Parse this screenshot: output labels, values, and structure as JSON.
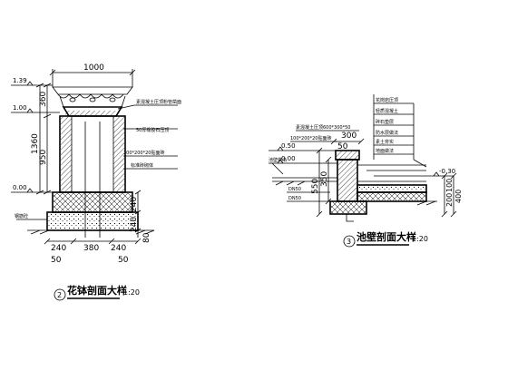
{
  "planter": {
    "top_width": "1000",
    "levels": [
      "1.39",
      "1.00",
      "0.00"
    ],
    "heights": [
      "360",
      "1360",
      "950",
      "240"
    ],
    "base_dims": [
      "240",
      "380",
      "240"
    ],
    "base_offsets": [
      "50",
      "50"
    ],
    "side_dims": [
      "240",
      "240",
      "80"
    ],
    "notes": [
      "素混凝土压顶粉管凿面",
      "50厚橡胶石压顶",
      "100*200*20贴面砖",
      "标准砖砌体"
    ],
    "left_note": "钢筋砼",
    "title": "花钵剖面大样",
    "scale": "1:20",
    "number": "2"
  },
  "wall": {
    "dims_top": [
      "300",
      "50"
    ],
    "dims_mid": [
      "350",
      "550"
    ],
    "levels": [
      "0.50",
      "0.00",
      "-0.30"
    ],
    "right_dims": [
      "100",
      "200",
      "400"
    ],
    "notes_right": [
      "花岗岩压顶",
      "轻质混凝土",
      "碎石垫层",
      "防水层做法",
      "素土夯实",
      "地面做法"
    ],
    "top_note": "素混凝土压顶600*300*50",
    "mid_note": "100*200*20贴面砖",
    "left_note": "池壁做法",
    "layer_notes": [
      "DN50",
      "DN50"
    ],
    "title": "池壁剖面大样",
    "scale": "1:20",
    "number": "3"
  }
}
